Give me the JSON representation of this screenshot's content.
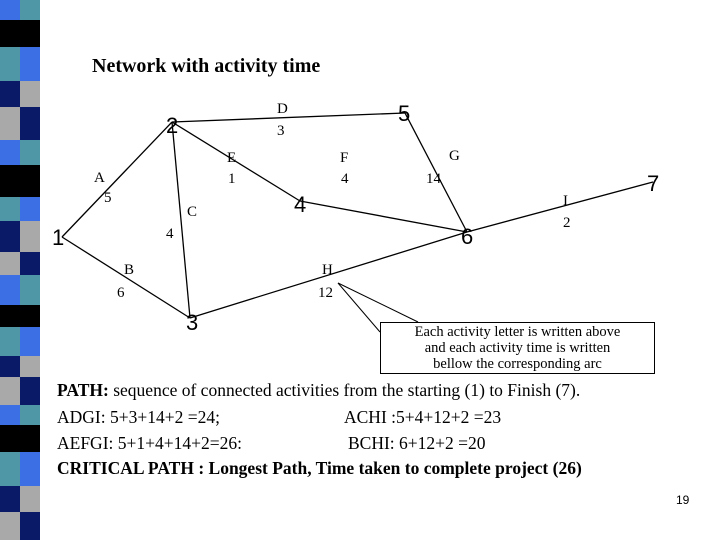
{
  "title": "Network with activity time",
  "colors": {
    "stripe_blue": "#3b6fe3",
    "stripe_teal": "#4f96a6",
    "stripe_gray": "#a9a9a9",
    "stripe_black": "#000000",
    "stripe_dark": "#0b1a66"
  },
  "nodes": [
    {
      "id": "1",
      "label": "1"
    },
    {
      "id": "2",
      "label": "2"
    },
    {
      "id": "3",
      "label": "3"
    },
    {
      "id": "4",
      "label": "4"
    },
    {
      "id": "5",
      "label": "5"
    },
    {
      "id": "6",
      "label": "6"
    },
    {
      "id": "7",
      "label": "7"
    }
  ],
  "activities": [
    {
      "from": "1",
      "to": "2",
      "letter": "A",
      "time": "5"
    },
    {
      "from": "2",
      "to": "5",
      "letter": "D",
      "time": "3"
    },
    {
      "from": "2",
      "to": "4",
      "letter": "E",
      "time": "1"
    },
    {
      "from": "2",
      "to": "3",
      "letter": "C",
      "time": "4"
    },
    {
      "from": "4",
      "to": "6",
      "letter": "F",
      "time": "4"
    },
    {
      "from": "5",
      "to": "6",
      "letter": "G",
      "time": "14"
    },
    {
      "from": "6",
      "to": "7",
      "letter": "I",
      "time": "2"
    },
    {
      "from": "1",
      "to": "3",
      "letter": "B",
      "time": "6"
    },
    {
      "from": "3",
      "to": "6",
      "letter": "H",
      "time": "12"
    }
  ],
  "callout": {
    "line1": "Each activity letter is written above",
    "line2": "and each activity time is written",
    "line3": "bellow the corresponding arc"
  },
  "body": {
    "path_label": "PATH:",
    "path_text": " sequence of connected activities from the starting (1) to Finish (7).",
    "adgi": "ADGI: 5+3+14+2 =24;",
    "achi": "ACHI :5+4+12+2 =23",
    "aefgi": "AEFGI: 5+1+4+14+2=26:",
    "bchi": "BCHI: 6+12+2 =20",
    "critical": "CRITICAL PATH : Longest Path, Time taken to complete project (26)"
  },
  "page_number": "19"
}
